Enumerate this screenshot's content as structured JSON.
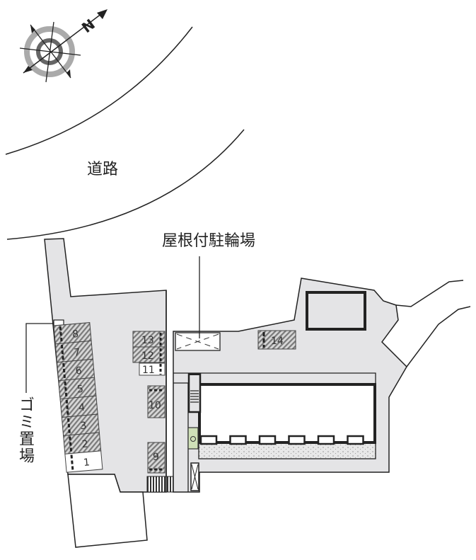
{
  "labels": {
    "road": "道路",
    "covered_bike_parking": "屋根付駐輪場",
    "garbage_area": "ゴミ置場"
  },
  "compass": {
    "north_label": "N"
  },
  "parking": {
    "left_column": [
      "8",
      "7",
      "6",
      "5",
      "4",
      "3",
      "2",
      "1"
    ],
    "middle": [
      "13",
      "12",
      "11",
      "10",
      "9"
    ],
    "right": [
      "14"
    ]
  },
  "colors": {
    "site": "#e4e4e6",
    "stall_hatch": "#8a8a8a",
    "outline": "#222222",
    "green_box": "#cfe0b8"
  }
}
